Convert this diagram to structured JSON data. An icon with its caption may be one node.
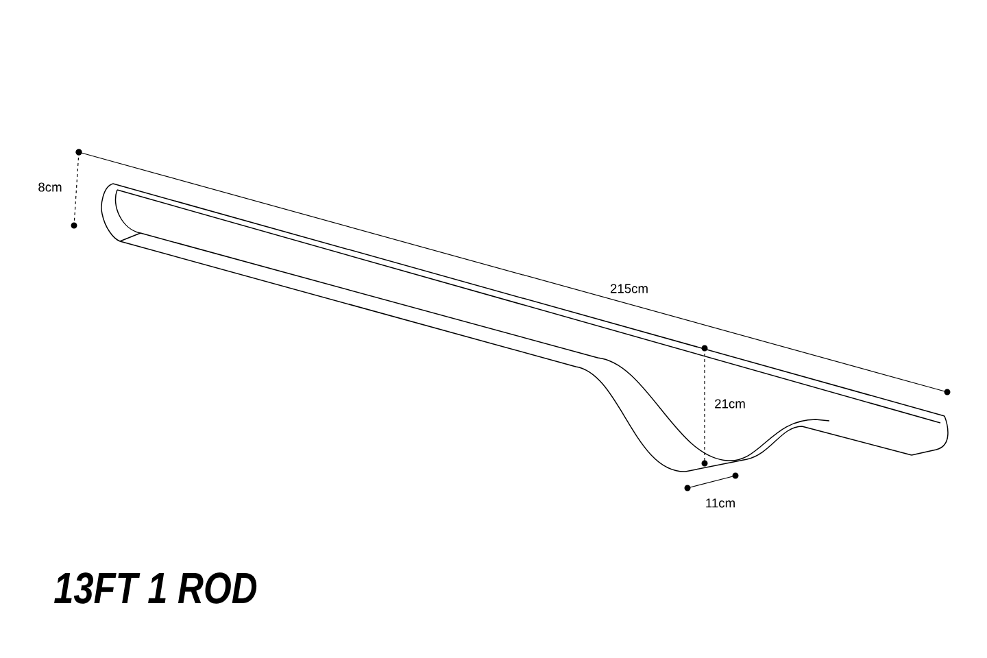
{
  "diagram": {
    "title": "13FT 1 ROD",
    "labels": [
      "8cm",
      "215cm",
      "21cm",
      "11cm"
    ]
  }
}
